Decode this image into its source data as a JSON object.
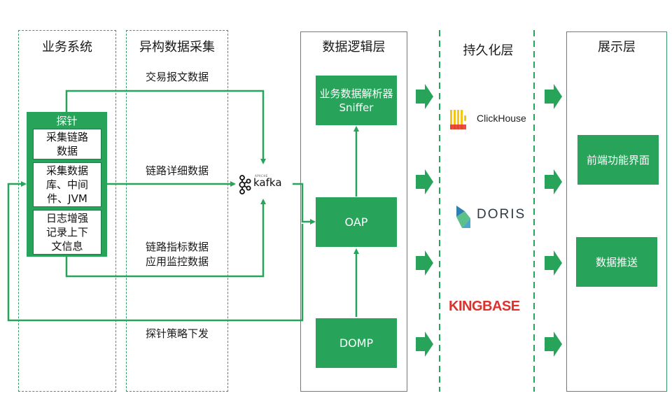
{
  "columns": {
    "business": "业务系统",
    "heterogeneous": "异构数据采集",
    "logic": "数据逻辑层",
    "persistence": "持久化层",
    "presentation": "展示层"
  },
  "probe": {
    "title": "探针",
    "items": [
      "采集链路\n数据",
      "采集数据\n库、中间\n件、JVM",
      "日志增强\n记录上下\n文信息"
    ]
  },
  "flows": {
    "trade": "交易报文数据",
    "trace_detail": "链路详细数据",
    "trace_metric": "链路指标数据\n应用监控数据",
    "policy": "探针策略下发"
  },
  "logic_boxes": {
    "sniffer": "业务数据解析器\nSniffer",
    "oap": "OAP",
    "domp": "DOMP"
  },
  "kafka": {
    "name": "kafka",
    "sup": "APACHE"
  },
  "storage": {
    "clickhouse": "ClickHouse",
    "doris": "DORIS",
    "kingbase": "KINGBASE"
  },
  "presentation_boxes": {
    "ui": "前端功能界面",
    "push": "数据推送"
  },
  "colors": {
    "green": "#27a35a",
    "border": "#3a9a6a",
    "kingbase": "#e0302c",
    "clickhouse": "#f5c518",
    "doris": "#4aa8c9"
  }
}
